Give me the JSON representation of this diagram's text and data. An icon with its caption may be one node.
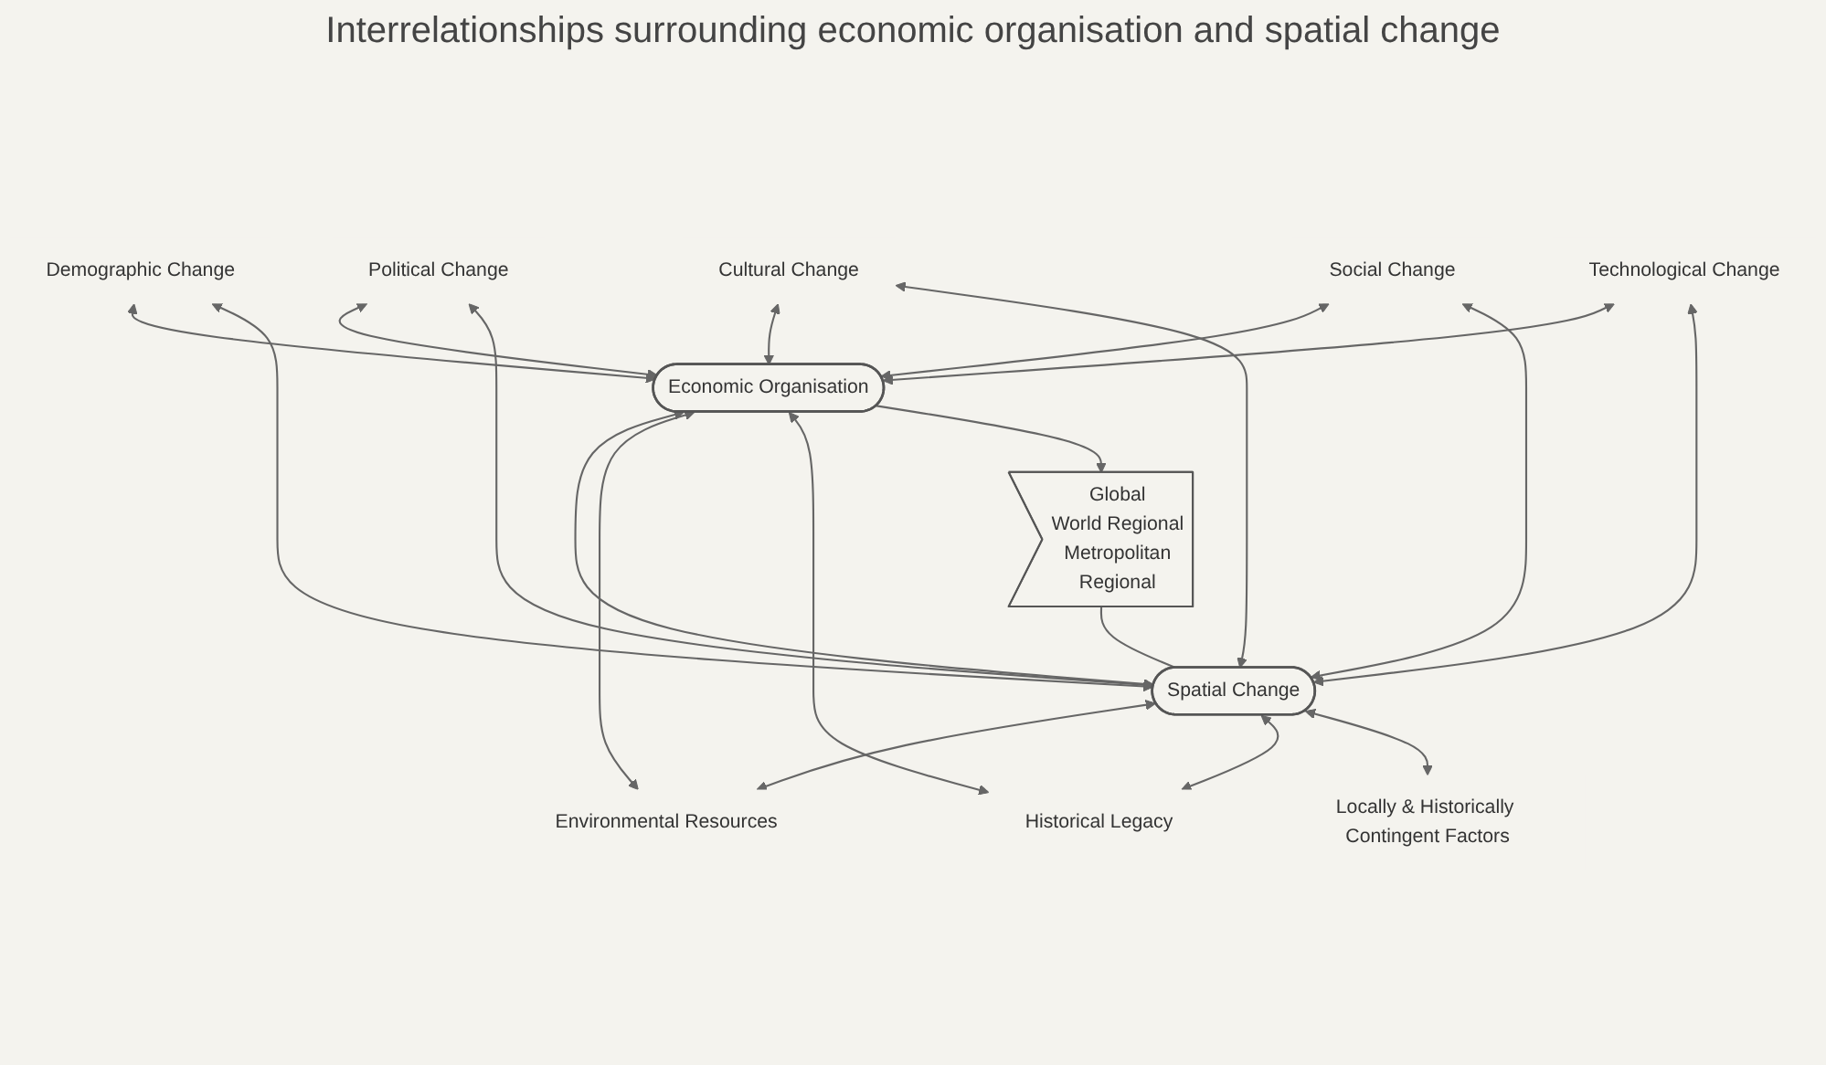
{
  "diagram": {
    "title": "Interrelationships surrounding economic organisation and spatial change",
    "nodes": [
      {
        "text": [
          "Economic Organisation"
        ]
      },
      {
        "text": [
          "Spatial Change"
        ]
      },
      {
        "text": [
          "Demographic Change"
        ]
      },
      {
        "text": [
          "Political Change"
        ]
      },
      {
        "text": [
          "Cultural Change"
        ]
      },
      {
        "text": [
          "Social Change"
        ]
      },
      {
        "text": [
          "Technological Change"
        ]
      },
      {
        "text": [
          "Environmental Resources"
        ]
      },
      {
        "text": [
          "Historical Legacy"
        ]
      },
      {
        "text": [
          "Locally & Historically Contingent Factors"
        ]
      },
      {
        "text": [
          "Global",
          "World Regional",
          "Metropolitan",
          "Regional"
        ]
      }
    ],
    "edges": [
      {
        "from": 2,
        "to": 0,
        "arrow": "both"
      },
      {
        "from": 3,
        "to": 0,
        "arrow": "both"
      },
      {
        "from": 4,
        "to": 0,
        "arrow": "both"
      },
      {
        "from": 5,
        "to": 0,
        "arrow": "both"
      },
      {
        "from": 6,
        "to": 0,
        "arrow": "both"
      },
      {
        "from": 2,
        "to": 1,
        "arrow": "both"
      },
      {
        "from": 3,
        "to": 1,
        "arrow": "both"
      },
      {
        "from": 4,
        "to": 1,
        "arrow": "both"
      },
      {
        "from": 5,
        "to": 1,
        "arrow": "both"
      },
      {
        "from": 6,
        "to": 1,
        "arrow": "both"
      },
      {
        "from": 0,
        "to": 1,
        "arrow": "both"
      },
      {
        "from": 0,
        "to": 7,
        "arrow": "both"
      },
      {
        "from": 1,
        "to": 7,
        "arrow": "both"
      },
      {
        "from": 0,
        "to": 8,
        "arrow": "both"
      },
      {
        "from": 1,
        "to": 8,
        "arrow": "both"
      },
      {
        "from": 1,
        "to": 9,
        "arrow": "both"
      },
      {
        "from": 0,
        "to": 10,
        "arrow": "to"
      },
      {
        "from": 10,
        "to": 1,
        "arrow": "none"
      }
    ]
  }
}
